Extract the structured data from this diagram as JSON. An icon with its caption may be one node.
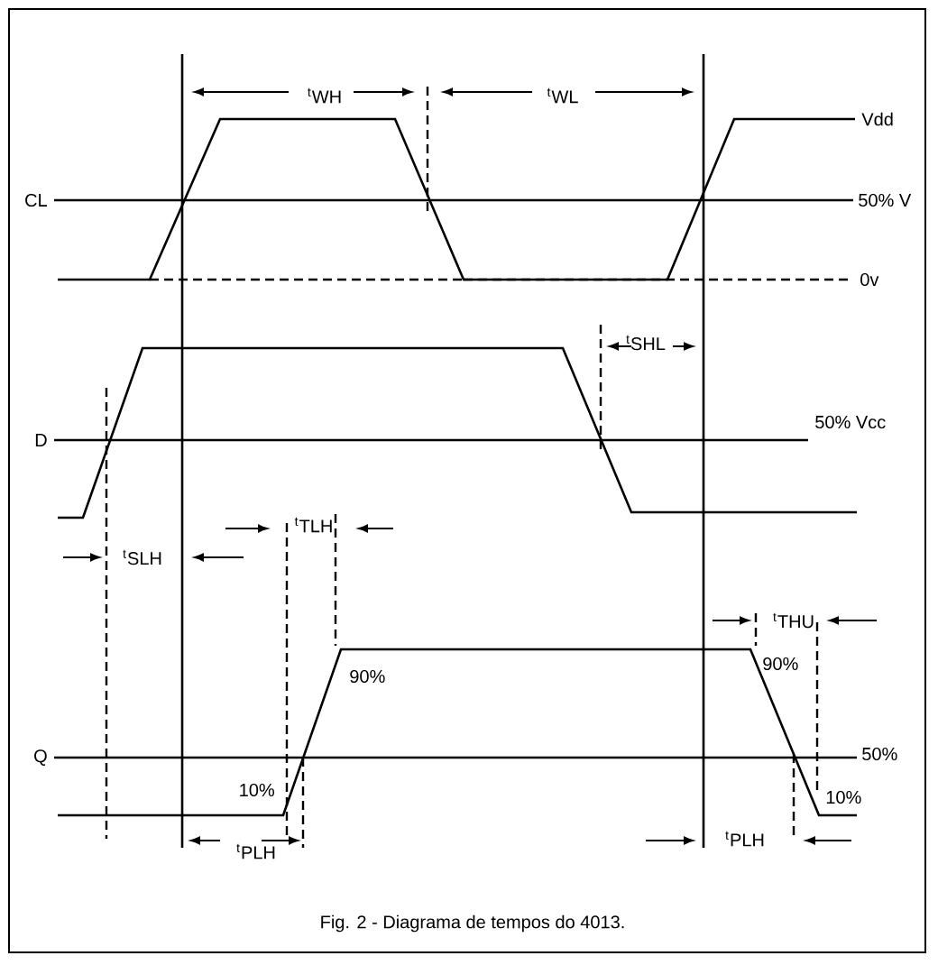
{
  "diagram": {
    "caption": "Fig. 2 - Diagrama de tempos do 4013.",
    "labels": [
      "$^{t}$WH",
      "$^{t}$WL",
      "Vdd",
      "CL",
      "50% V",
      "0v",
      "$^{t}$SHL",
      "D",
      "50% Vcc",
      "$^{t}$TLH",
      "$^{t}$SLH",
      "$^{t}$THU",
      "90%",
      "90%",
      "Q",
      "50%",
      "10%",
      "10%",
      "$^{t}$PLH",
      "$^{t}$PLH"
    ]
  }
}
